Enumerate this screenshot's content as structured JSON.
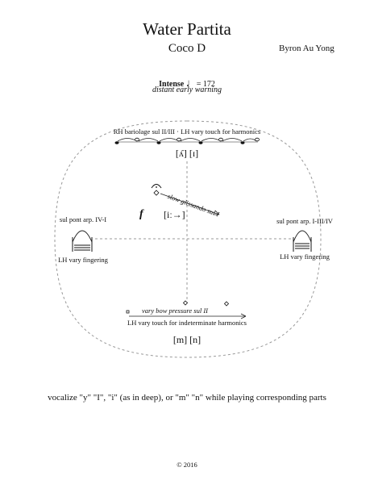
{
  "header": {
    "title": "Water Partita",
    "subtitle": "Coco D",
    "composer": "Byron Au Yong"
  },
  "tempo": {
    "label": "Intense",
    "note_glyph": "♩",
    "bpm": "= 172",
    "expression": "distant early warning"
  },
  "top_section": {
    "instruction": "RH bariolage sul II/III · LH vary touch for harmonics",
    "ipa": "[ʎ] [ɪ]"
  },
  "center_section": {
    "gliss_label": "slow glissando sul I",
    "dynamic": "f",
    "ipa": "[iː→]"
  },
  "left_section": {
    "instruction": "sul pont arp. IV-I",
    "fingering": "LH vary fingering"
  },
  "right_section": {
    "instruction": "sul pont arp. I-III/IV",
    "fingering": "LH vary fingering"
  },
  "bottom_section": {
    "bow_label": "vary bow pressure sul II",
    "instruction": "LH vary touch for indeterminate harmonics",
    "ipa": "[m] [n]"
  },
  "footer": {
    "note": "vocalize \"y\" \"I\", \"i\" (as in deep), or \"m\" \"n\" while playing corresponding parts",
    "copyright": "© 2016"
  }
}
